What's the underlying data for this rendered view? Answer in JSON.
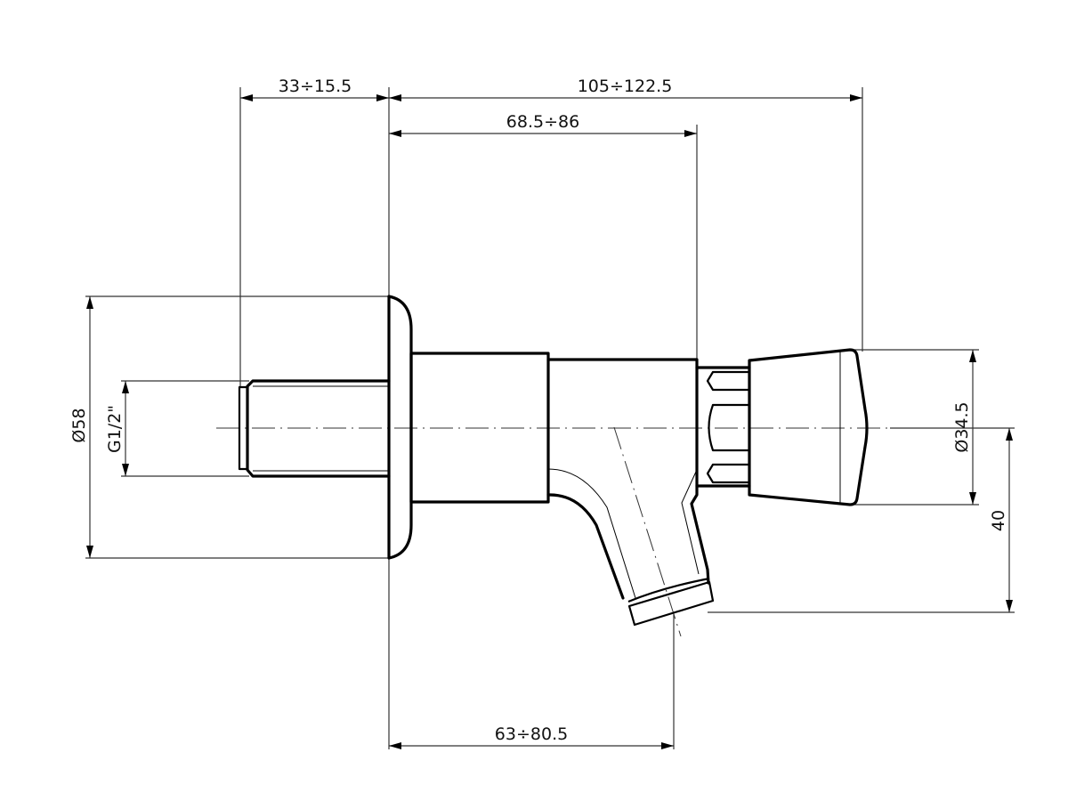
{
  "drawing": {
    "subject": "wall-mounted self-closing tap side elevation",
    "line_color": "#000000",
    "background": "#ffffff"
  },
  "dimensions": {
    "stem_length": "33÷15.5",
    "overall_length": "105÷122.5",
    "body_length": "68.5÷86",
    "spout_offset": "63÷80.5",
    "flange_diameter": "Ø58",
    "thread_size": "G1/2\"",
    "button_diameter": "Ø34.5",
    "spout_drop": "40"
  }
}
